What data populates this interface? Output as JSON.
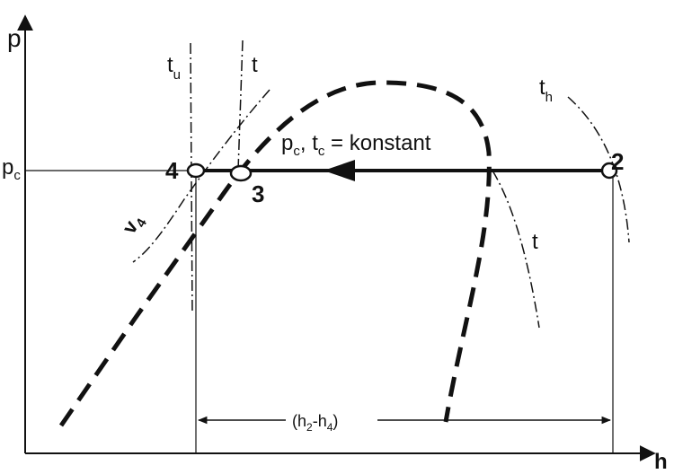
{
  "axes": {
    "y_label": "p",
    "x_label": "h",
    "pc_label": {
      "main": "p",
      "sub": "c"
    }
  },
  "points": [
    {
      "id": "p1",
      "label": "4"
    },
    {
      "id": "p2",
      "label": "3"
    },
    {
      "id": "p3",
      "label": "2"
    }
  ],
  "isotherms": {
    "tu": {
      "main": "t",
      "sub": "u"
    },
    "t_top": "t",
    "th": {
      "main": "t",
      "sub": "h"
    },
    "t_right": "t"
  },
  "volume_label": {
    "main": "v",
    "sub": "4"
  },
  "process_label": {
    "p_main": "p",
    "p_sub": "c",
    "sep": ", ",
    "t_main": "t",
    "t_sub": "c",
    "rest": " = konstant"
  },
  "enthalpy_diff": {
    "open": "(h",
    "sub1": "2",
    "mid": "-h",
    "sub2": "4",
    "close": ")"
  },
  "colors": {
    "ink": "#111111",
    "background": "#ffffff"
  }
}
